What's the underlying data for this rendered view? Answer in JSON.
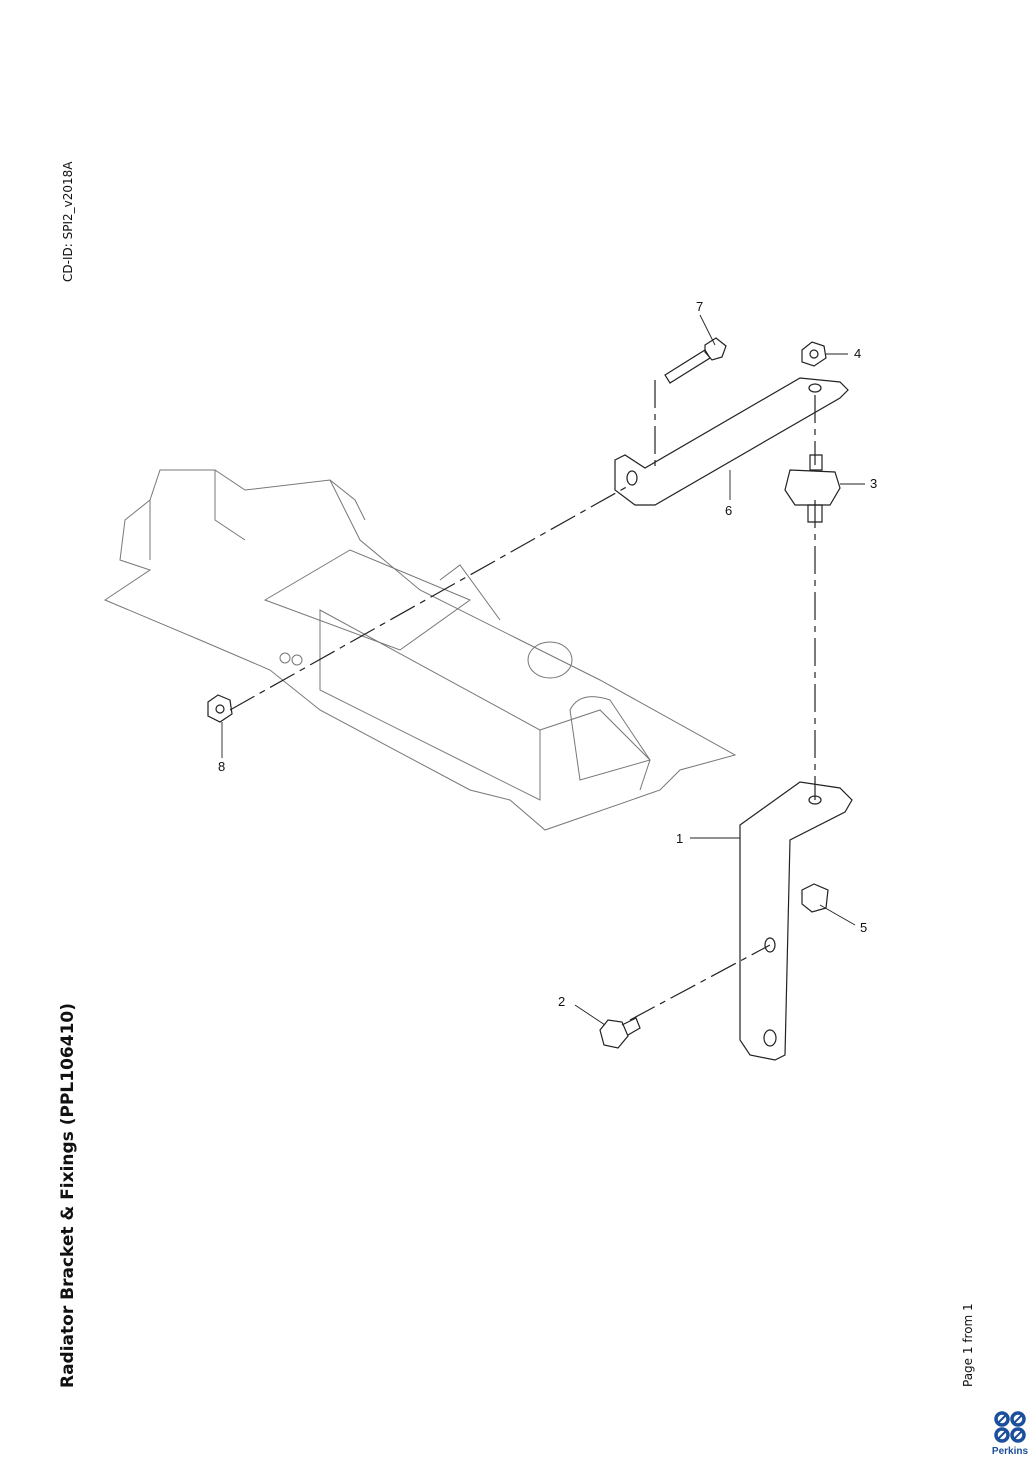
{
  "document": {
    "title": "Radiator Bracket & Fixings (PPL106410)",
    "cd_id": "CD-ID: SPI2_v2018A",
    "page_info": "Page 1 from 1",
    "brand": "Perkins",
    "brand_color": "#1c4f9c"
  },
  "diagram": {
    "callouts": [
      {
        "label": "1",
        "part": "bracket"
      },
      {
        "label": "2",
        "part": "bolt"
      },
      {
        "label": "3",
        "part": "mount"
      },
      {
        "label": "4",
        "part": "nut"
      },
      {
        "label": "5",
        "part": "nut"
      },
      {
        "label": "6",
        "part": "bracket"
      },
      {
        "label": "7",
        "part": "bolt"
      },
      {
        "label": "8",
        "part": "nut"
      }
    ]
  }
}
